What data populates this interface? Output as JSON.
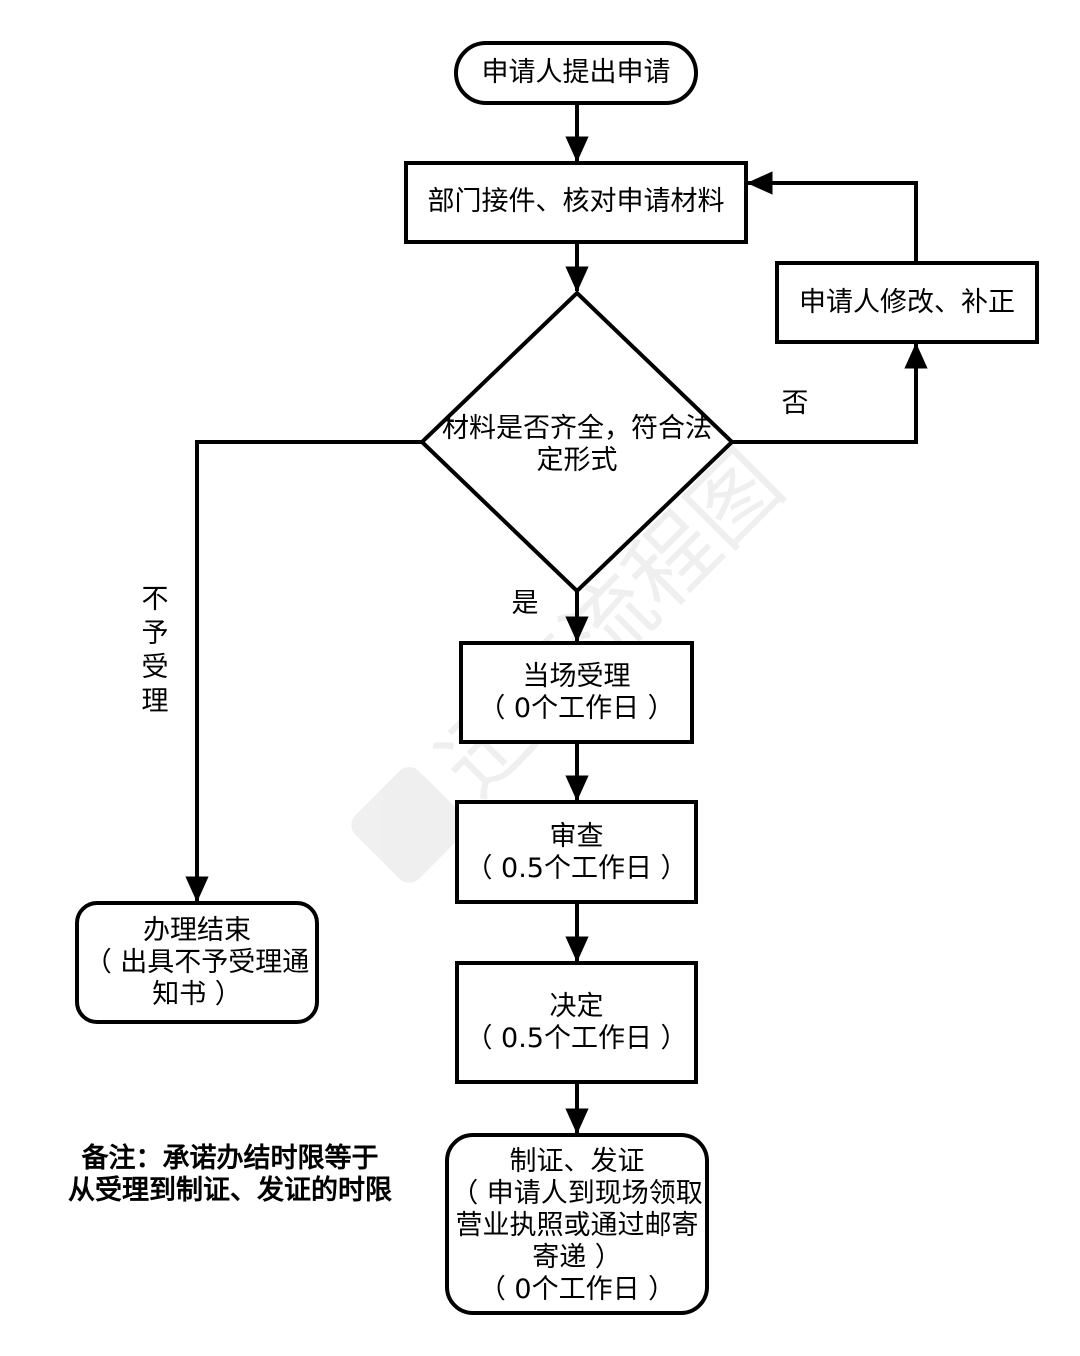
{
  "diagram": {
    "watermark": "迅捷流程图",
    "nodes": {
      "start": "申请人提出申请",
      "receive": "部门接件、核对申请材料",
      "decision": [
        "材料是否齐全，符合法",
        "定形式"
      ],
      "revise": "申请人修改、补正",
      "accept": [
        "当场受理",
        "（ 0个工作日 ）"
      ],
      "review": [
        "审查",
        "（ 0.5个工作日 ）"
      ],
      "decide": [
        "决定",
        "（ 0.5个工作日 ）"
      ],
      "issue": [
        "制证、发证",
        "（ 申请人到现场领取",
        "营业执照或通过邮寄",
        "寄递 ）",
        "（ 0个工作日 ）"
      ],
      "end_reject": [
        "办理结束",
        "（ 出具不予受理通",
        "知书 ）"
      ]
    },
    "edge_labels": {
      "no": "否",
      "yes": "是",
      "reject": [
        "不",
        "予",
        "受",
        "理"
      ]
    },
    "note": [
      "备注：承诺办结时限等于",
      "从受理到制证、发证的时限"
    ]
  }
}
